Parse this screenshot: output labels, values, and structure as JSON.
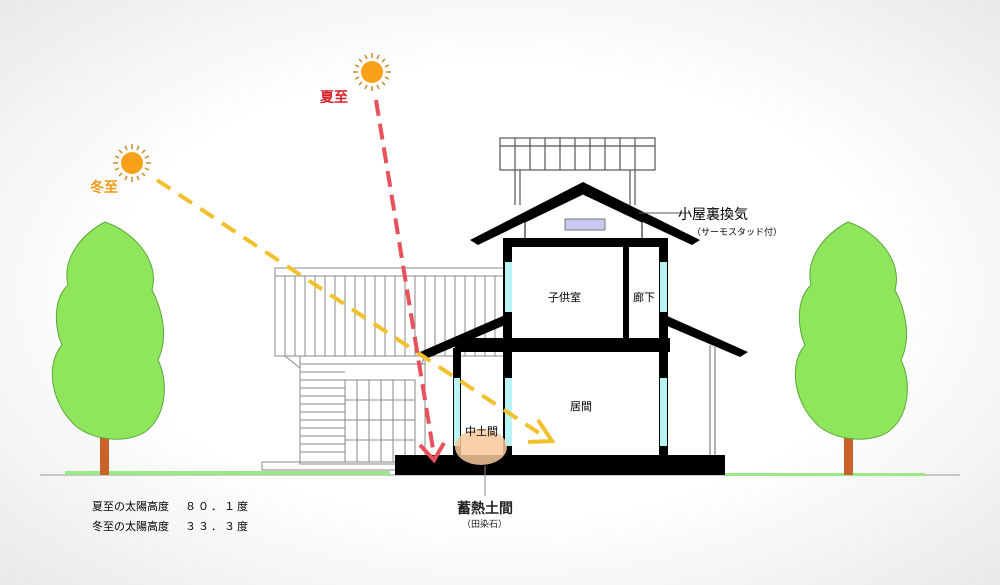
{
  "labels": {
    "summer": "夏至",
    "winter": "冬至",
    "attic_vent": "小屋裏換気",
    "attic_vent_note": "（サーモスタッド付）",
    "kids_room": "子供室",
    "hallway": "廊下",
    "living": "居間",
    "inner_doma": "中土間",
    "thermal_floor": "蓄熱土間",
    "thermal_floor_note": "（田染石）"
  },
  "altitudes": [
    {
      "label": "夏至の太陽高度",
      "value": "８０．１度"
    },
    {
      "label": "冬至の太陽高度",
      "value": "３３．３度"
    }
  ],
  "colors": {
    "summer_ray": "#e8505a",
    "winter_ray": "#f2c02c",
    "sun": "#f7a11a",
    "tree": "#8fe65c",
    "trunk": "#c9622a",
    "window": "#b8f4f4",
    "vent": "#c8c8f0"
  }
}
